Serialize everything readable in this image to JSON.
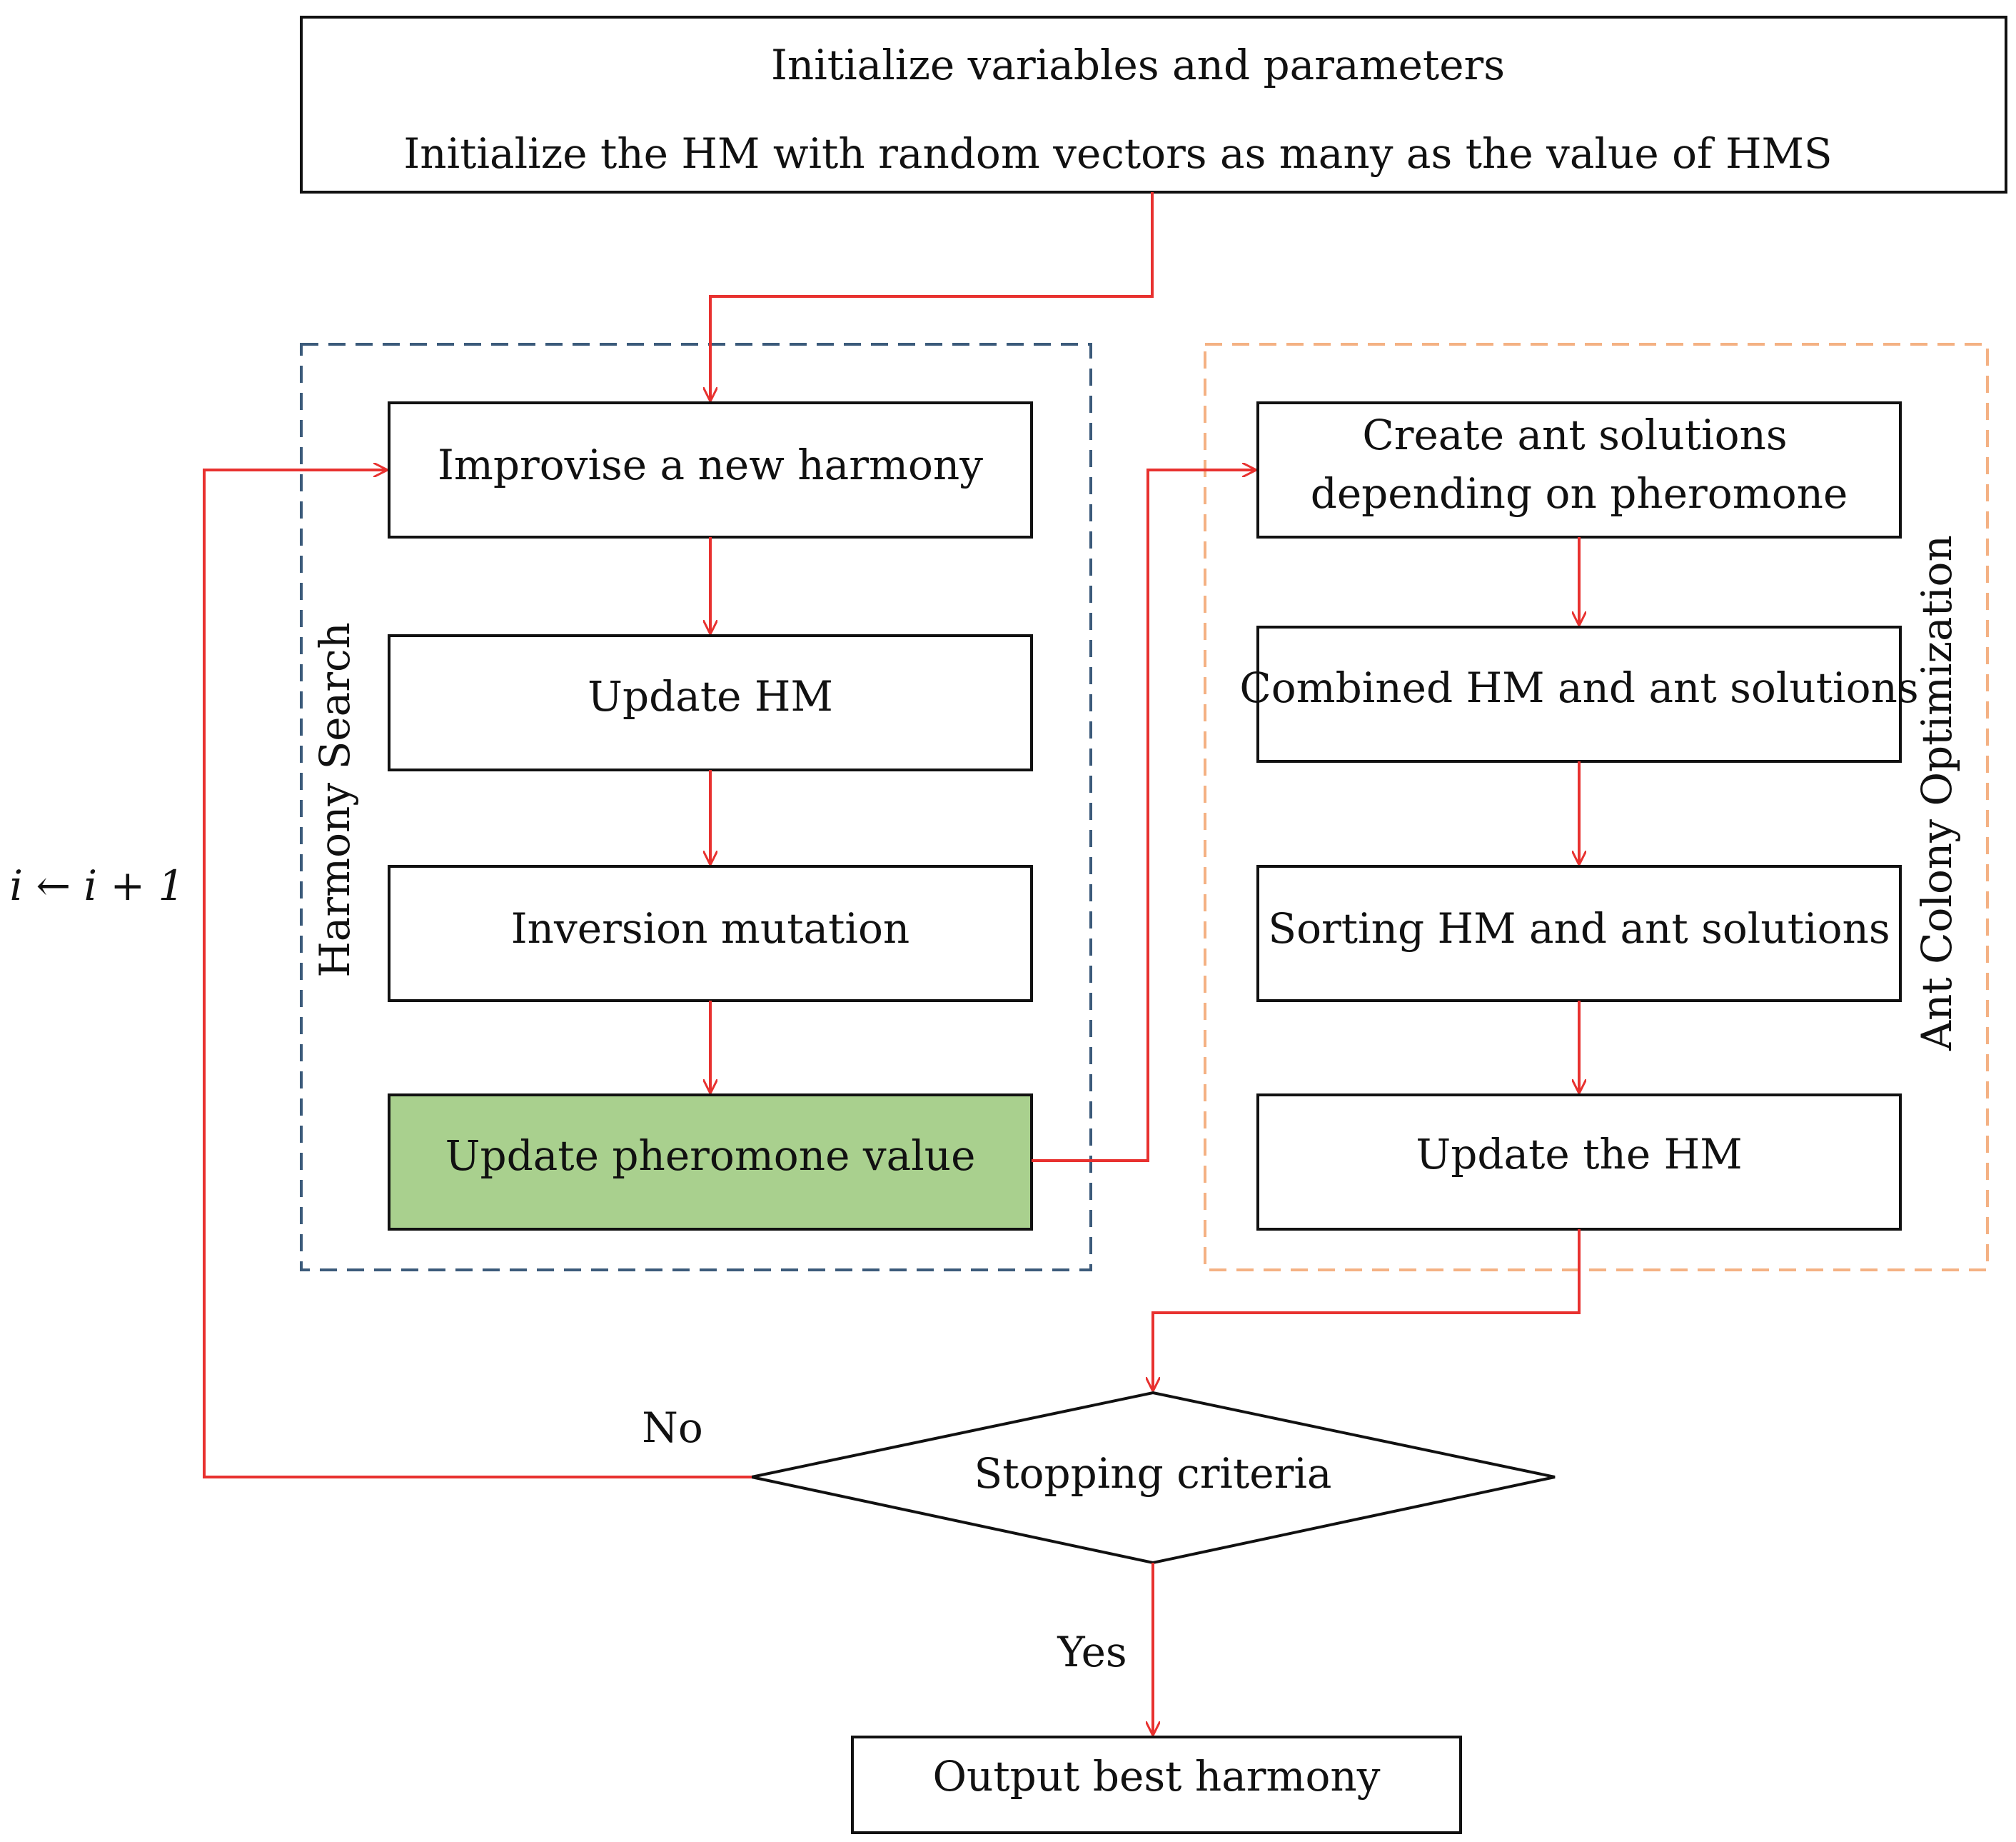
{
  "colors": {
    "arrow": "#e8312f",
    "box_border": "#111111",
    "highlight_fill": "#a9d08e",
    "harmony_group_border": "#3b5a7a",
    "aco_group_border": "#f4b183"
  },
  "init": {
    "line1": "Initialize variables and parameters",
    "line2": "Initialize the HM with random vectors as many as the value of HMS"
  },
  "harmony_search": {
    "title": "Harmony Search",
    "steps": [
      "Improvise a new harmony",
      "Update HM",
      "Inversion mutation",
      "Update pheromone value"
    ]
  },
  "aco": {
    "title": "Ant Colony Optimization",
    "step1_line1": "Create ant solutions",
    "step1_line2": "depending on pheromone",
    "step2": "Combined HM and ant solutions",
    "step3": "Sorting HM and ant solutions",
    "step4": "Update the HM"
  },
  "decision": {
    "label": "Stopping criteria",
    "no_label": "No",
    "yes_label": "Yes"
  },
  "loop_label": "i ← i + 1",
  "output": "Output best harmony"
}
